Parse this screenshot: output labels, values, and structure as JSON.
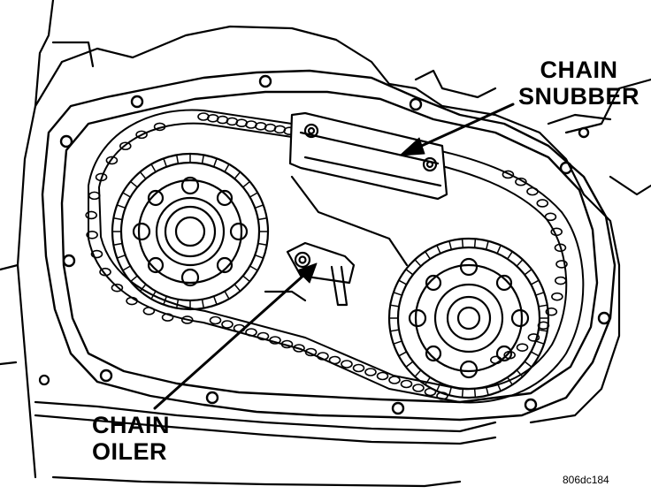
{
  "labels": {
    "chain_snubber": [
      "CHAIN",
      "SNUBBER"
    ],
    "chain_oiler": [
      "CHAIN",
      "OILER"
    ]
  },
  "figure_id": "806dc184"
}
